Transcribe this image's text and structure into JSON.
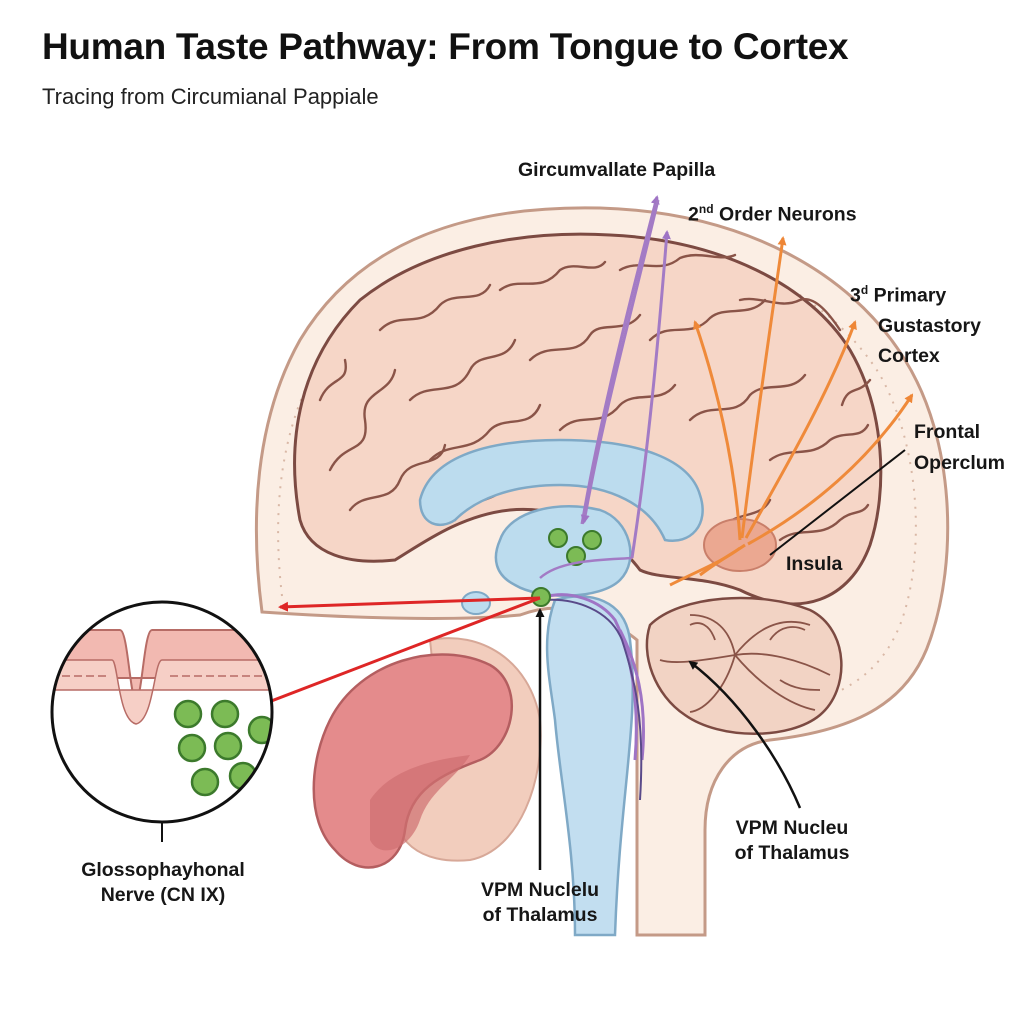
{
  "header": {
    "title": "Human Taste Pathway: From Tongue to Cortex",
    "subtitle": "Tracing from Circumianal Pappiale"
  },
  "labels": {
    "papilla": "Gircumvallate Papilla",
    "second_order": {
      "num": "2",
      "sup": "nd",
      "text": " Order Neurons"
    },
    "third_primary": {
      "num": "3",
      "sup": "d",
      "text": " Primary"
    },
    "gustatory": "Gustastory",
    "cortex": "Cortex",
    "frontal": "Frontal",
    "operculum": "Operclum",
    "insula": "Insula",
    "vpm_right_1": "VPM Nucleu",
    "vpm_right_2": "of Thalamus",
    "vpm_bottom_1": "VPM Nuclelu",
    "vpm_bottom_2": "of Thalamus",
    "nerve_1": "Glossophayhonal",
    "nerve_2": "Nerve (CN IX)"
  },
  "colors": {
    "brain_fill": "#f6d6c7",
    "brain_stroke": "#7c4a42",
    "skull_fill": "#fbeee4",
    "ventricle": "#bcdcee",
    "brainstem": "#c2def0",
    "tongue": "#e48b8c",
    "receptor": "#7cbb55",
    "cranial_nerve_arrow": "#e02a2a",
    "gustatory_arrow": "#a37bc5",
    "cortical_arrow": "#ef8a3a",
    "insula": "#eba891"
  }
}
